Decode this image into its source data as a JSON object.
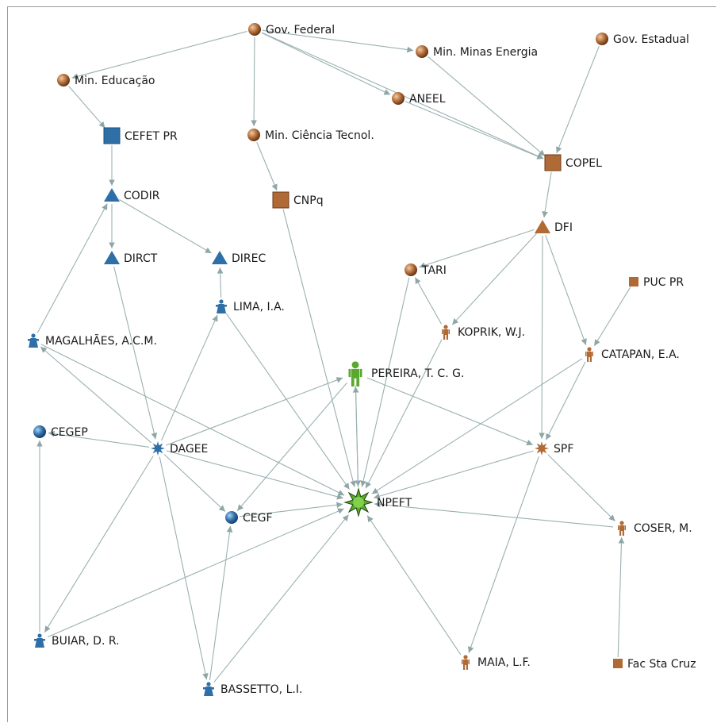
{
  "graph": {
    "nodes": [
      {
        "id": "gov_federal",
        "label": "Gov. Federal",
        "shape": "sphere",
        "color": "brown"
      },
      {
        "id": "min_educacao",
        "label": "Min. Educação",
        "shape": "sphere",
        "color": "brown"
      },
      {
        "id": "min_minas",
        "label": "Min. Minas Energia",
        "shape": "sphere",
        "color": "brown"
      },
      {
        "id": "gov_estadual",
        "label": "Gov. Estadual",
        "shape": "sphere",
        "color": "brown"
      },
      {
        "id": "aneel",
        "label": "ANEEL",
        "shape": "sphere",
        "color": "brown"
      },
      {
        "id": "min_ciencia",
        "label": "Min. Ciência Tecnol.",
        "shape": "sphere",
        "color": "brown"
      },
      {
        "id": "cefet",
        "label": "CEFET PR",
        "shape": "square",
        "color": "blue"
      },
      {
        "id": "copel",
        "label": "COPEL",
        "shape": "square",
        "color": "brown"
      },
      {
        "id": "codir",
        "label": "CODIR",
        "shape": "triangle",
        "color": "blue"
      },
      {
        "id": "cnpq",
        "label": "CNPq",
        "shape": "square",
        "color": "brown"
      },
      {
        "id": "dfi",
        "label": "DFI",
        "shape": "triangle",
        "color": "brown"
      },
      {
        "id": "dirct",
        "label": "DIRCT",
        "shape": "triangle",
        "color": "blue"
      },
      {
        "id": "direc",
        "label": "DIREC",
        "shape": "triangle",
        "color": "blue"
      },
      {
        "id": "tari",
        "label": "TARI",
        "shape": "sphere",
        "color": "brown"
      },
      {
        "id": "puc",
        "label": "PUC PR",
        "shape": "small-square",
        "color": "brown"
      },
      {
        "id": "lima",
        "label": "LIMA, I.A.",
        "shape": "person-robe",
        "color": "blue"
      },
      {
        "id": "koprik",
        "label": "KOPRIK, W.J.",
        "shape": "person",
        "color": "brown"
      },
      {
        "id": "magalhaes",
        "label": "MAGALHÃES, A.C.M.",
        "shape": "person-robe",
        "color": "blue"
      },
      {
        "id": "catapan",
        "label": "CATAPAN, E.A.",
        "shape": "person",
        "color": "brown"
      },
      {
        "id": "pereira",
        "label": "PEREIRA, T. C. G.",
        "shape": "person-big",
        "color": "green"
      },
      {
        "id": "cegep",
        "label": "CEGEP",
        "shape": "sphere",
        "color": "blue"
      },
      {
        "id": "dagee",
        "label": "DAGEE",
        "shape": "star",
        "color": "blue"
      },
      {
        "id": "spf",
        "label": "SPF",
        "shape": "star",
        "color": "brown"
      },
      {
        "id": "npeft",
        "label": "NPEFT",
        "shape": "star-big",
        "color": "green"
      },
      {
        "id": "cegf",
        "label": "CEGF",
        "shape": "sphere",
        "color": "blue"
      },
      {
        "id": "coser",
        "label": "COSER, M.",
        "shape": "person",
        "color": "brown"
      },
      {
        "id": "buiar",
        "label": "BUIAR, D. R.",
        "shape": "person-robe",
        "color": "blue"
      },
      {
        "id": "maia",
        "label": "MAIA, L.F.",
        "shape": "person",
        "color": "brown"
      },
      {
        "id": "fac_sta_cruz",
        "label": "Fac Sta Cruz",
        "shape": "small-square",
        "color": "brown"
      },
      {
        "id": "bassetto",
        "label": "BASSETTO, L.I.",
        "shape": "person-robe",
        "color": "blue"
      }
    ],
    "edges": [
      [
        "gov_federal",
        "min_educacao"
      ],
      [
        "gov_federal",
        "min_minas"
      ],
      [
        "gov_federal",
        "aneel"
      ],
      [
        "gov_federal",
        "min_ciencia"
      ],
      [
        "gov_federal",
        "copel"
      ],
      [
        "min_educacao",
        "cefet"
      ],
      [
        "min_minas",
        "copel"
      ],
      [
        "gov_estadual",
        "copel"
      ],
      [
        "aneel",
        "copel"
      ],
      [
        "min_ciencia",
        "cnpq"
      ],
      [
        "cefet",
        "codir"
      ],
      [
        "codir",
        "dirct"
      ],
      [
        "codir",
        "direc"
      ],
      [
        "copel",
        "dfi"
      ],
      [
        "dfi",
        "tari"
      ],
      [
        "dfi",
        "koprik"
      ],
      [
        "dfi",
        "catapan"
      ],
      [
        "dfi",
        "spf"
      ],
      [
        "puc",
        "catapan"
      ],
      [
        "catapan",
        "spf"
      ],
      [
        "catapan",
        "npeft"
      ],
      [
        "koprik",
        "tari"
      ],
      [
        "koprik",
        "npeft"
      ],
      [
        "tari",
        "npeft"
      ],
      [
        "lima",
        "direc"
      ],
      [
        "lima",
        "npeft"
      ],
      [
        "magalhaes",
        "codir"
      ],
      [
        "magalhaes",
        "npeft"
      ],
      [
        "dagee",
        "magalhaes"
      ],
      [
        "dagee",
        "lima"
      ],
      [
        "dagee",
        "cegep"
      ],
      [
        "dagee",
        "cegf"
      ],
      [
        "dagee",
        "npeft"
      ],
      [
        "dagee",
        "buiar"
      ],
      [
        "dagee",
        "bassetto"
      ],
      [
        "dagee",
        "pereira"
      ],
      [
        "dirct",
        "dagee"
      ],
      [
        "cnpq",
        "npeft"
      ],
      [
        "pereira",
        "npeft"
      ],
      [
        "npeft",
        "pereira"
      ],
      [
        "pereira",
        "spf"
      ],
      [
        "pereira",
        "cegf"
      ],
      [
        "spf",
        "npeft"
      ],
      [
        "spf",
        "coser"
      ],
      [
        "spf",
        "maia"
      ],
      [
        "coser",
        "npeft"
      ],
      [
        "fac_sta_cruz",
        "coser"
      ],
      [
        "maia",
        "npeft"
      ],
      [
        "buiar",
        "cegep"
      ],
      [
        "buiar",
        "npeft"
      ],
      [
        "bassetto",
        "cegf"
      ],
      [
        "bassetto",
        "npeft"
      ],
      [
        "cegf",
        "npeft"
      ]
    ]
  },
  "colors": {
    "edge": "#9ab0b0",
    "brown": "#b06a35",
    "blue": "#2f6fa8",
    "green": "#5aa82e",
    "frame": "#9a9a9a"
  },
  "icons": {
    "sphere": "sphere-icon",
    "square": "square-icon",
    "small-square": "square-icon",
    "triangle": "triangle-icon",
    "person": "person-icon",
    "person-robe": "person-icon",
    "person-big": "person-icon",
    "star": "starburst-icon",
    "star-big": "starburst-icon"
  }
}
